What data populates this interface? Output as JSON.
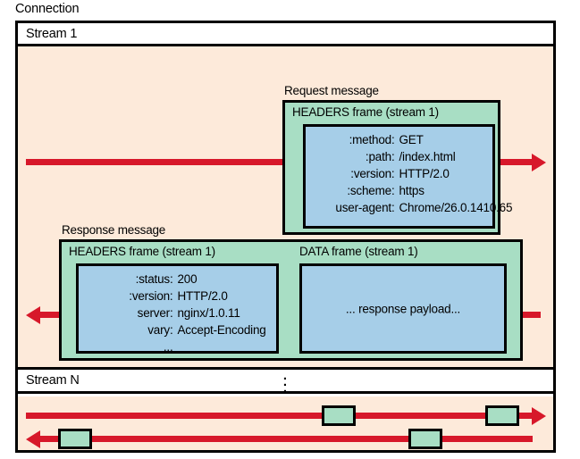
{
  "diagram": {
    "title": "Connection",
    "palette": {
      "stream_background": "#fdeada",
      "frame_green": "#a8dec4",
      "frame_blue": "#a6cee8",
      "arrow_red": "#d7182a",
      "outline_black": "#000000",
      "header_white": "#ffffff"
    },
    "streams": [
      {
        "label": "Stream 1",
        "messages": [
          {
            "label": "Response message",
            "frames": [
              {
                "title": "HEADERS frame (stream 1)",
                "headers": [
                  {
                    "key": ":status:",
                    "value": "200"
                  },
                  {
                    "key": ":version:",
                    "value": "HTTP/2.0"
                  },
                  {
                    "key": "server:",
                    "value": "nginx/1.0.11"
                  },
                  {
                    "key": "vary:",
                    "value": "Accept-Encoding"
                  },
                  {
                    "key": "...",
                    "value": ""
                  }
                ]
              },
              {
                "title": "DATA frame (stream 1)",
                "payload": "... response payload..."
              }
            ]
          },
          {
            "label": "Request message",
            "frames": [
              {
                "title": "HEADERS frame (stream 1)",
                "headers": [
                  {
                    "key": ":method:",
                    "value": "GET"
                  },
                  {
                    "key": ":path:",
                    "value": "/index.html"
                  },
                  {
                    "key": ":version:",
                    "value": "HTTP/2.0"
                  },
                  {
                    "key": ":scheme:",
                    "value": "https"
                  },
                  {
                    "key": "user-agent:",
                    "value": "Chrome/26.0.1410.65"
                  }
                ]
              }
            ]
          }
        ]
      },
      {
        "label": "Stream N",
        "continuation_marker": "⋮"
      }
    ]
  }
}
